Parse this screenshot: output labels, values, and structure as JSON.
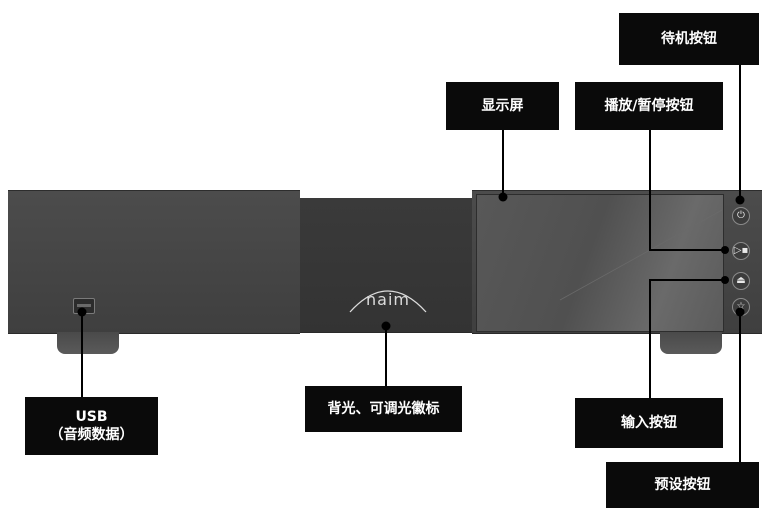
{
  "labels": {
    "standby": "待机按钮",
    "display": "显示屏",
    "play_pause": "播放/暂停按钮",
    "usb_line1": "USB",
    "usb_line2": "（音频数据）",
    "logo": "背光、可调光徽标",
    "input": "输入按钮",
    "preset": "预设按钮"
  },
  "device": {
    "logo_text": "naim"
  },
  "buttons": {
    "power_icon": "⏻",
    "play_icon": "▷▪",
    "input_icon": "⏏",
    "preset_icon": "☆"
  },
  "colors": {
    "label_bg": "#0a0a0a",
    "label_text": "#ffffff",
    "device_body": "#454545"
  }
}
